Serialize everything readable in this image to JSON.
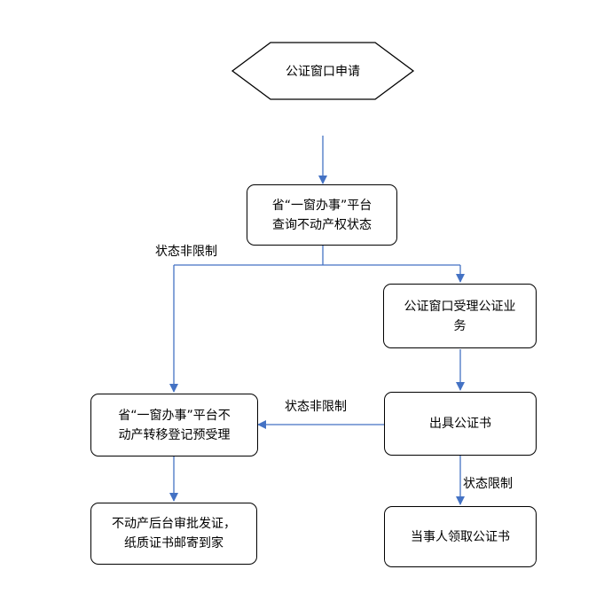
{
  "start": "公证窗口申请",
  "nodes": {
    "query": [
      "省“一窗办事”平台",
      "查询不动产权状态"
    ],
    "notary_accept": [
      "公证窗口受理公证业",
      "务"
    ],
    "issue_cert": [
      "出具公证书"
    ],
    "transfer": [
      "省“一窗办事”平台不",
      "动产转移登记预受理"
    ],
    "party_collect": [
      "当事人领取公证书"
    ],
    "approve_mail": [
      "不动产后台审批发证，",
      "纸质证书邮寄到家"
    ]
  },
  "edge_labels": {
    "unrestricted_top": "状态非限制",
    "unrestricted_mid": "状态非限制",
    "restricted": "状态限制"
  },
  "colors": {
    "arrow": "#4472c4",
    "border": "#000000"
  }
}
